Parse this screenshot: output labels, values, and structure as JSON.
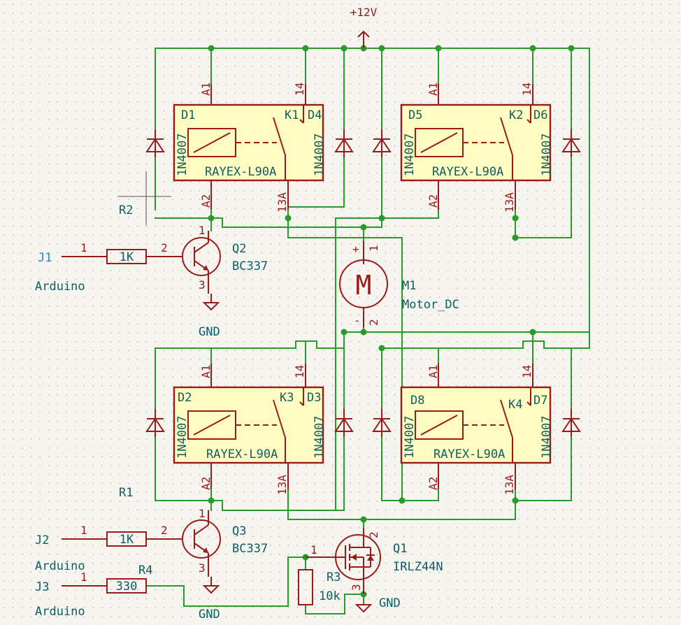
{
  "power": {
    "vcc": "+12V",
    "gnd": "GND"
  },
  "relays": [
    {
      "ref": "K1",
      "value": "RAYEX-L90A",
      "pin_a1": "A1",
      "pin_a2": "A2",
      "pin_14": "14",
      "pin_13a": "13A"
    },
    {
      "ref": "K2",
      "value": "RAYEX-L90A",
      "pin_a1": "A1",
      "pin_a2": "A2",
      "pin_14": "14",
      "pin_13a": "13A"
    },
    {
      "ref": "K3",
      "value": "RAYEX-L90A",
      "pin_a1": "A1",
      "pin_a2": "A2",
      "pin_14": "14",
      "pin_13a": "13A"
    },
    {
      "ref": "K4",
      "value": "RAYEX-L90A",
      "pin_a1": "A1",
      "pin_a2": "A2",
      "pin_14": "14",
      "pin_13a": "13A"
    }
  ],
  "diodes": [
    {
      "ref": "D1",
      "value": "1N4007"
    },
    {
      "ref": "D4",
      "value": "1N4007"
    },
    {
      "ref": "D5",
      "value": "1N4007"
    },
    {
      "ref": "D6",
      "value": "1N4007"
    },
    {
      "ref": "D2",
      "value": "1N4007"
    },
    {
      "ref": "D3",
      "value": "1N4007"
    },
    {
      "ref": "D8",
      "value": "1N4007"
    },
    {
      "ref": "D7",
      "value": "1N4007"
    }
  ],
  "transistors": [
    {
      "ref": "Q2",
      "value": "BC337",
      "pin1": "1",
      "pin2": "2",
      "pin3": "3"
    },
    {
      "ref": "Q3",
      "value": "BC337",
      "pin1": "1",
      "pin2": "2",
      "pin3": "3"
    }
  ],
  "mosfet": {
    "ref": "Q1",
    "value": "IRLZ44N",
    "pin1": "1",
    "pin2": "2",
    "pin3": "3"
  },
  "motor": {
    "ref": "M1",
    "value": "Motor_DC",
    "pin1": "1",
    "pin2": "2",
    "plus": "+",
    "minus": "-",
    "symbol": "M"
  },
  "resistors": [
    {
      "ref": "R2",
      "value": "1K",
      "pin1": "1",
      "pin2": "2"
    },
    {
      "ref": "R1",
      "value": "1K",
      "pin1": "1",
      "pin2": "2"
    },
    {
      "ref": "R4",
      "value": "330",
      "pin1": "1"
    },
    {
      "ref": "R3",
      "value": "10k"
    }
  ],
  "connectors": [
    {
      "ref": "J1",
      "label": "Arduino",
      "pin": "1"
    },
    {
      "ref": "J2",
      "label": "Arduino",
      "pin": "1"
    },
    {
      "ref": "J3",
      "label": "Arduino",
      "pin": "1"
    }
  ],
  "q1_pins": {
    "pin1": "1"
  },
  "colors": {
    "wire": "#2a9a2a",
    "component": "#9b1b1b",
    "relay_fill": "#fffcc2",
    "reference_text": "#0f5d63",
    "background": "#f5f4ef"
  }
}
